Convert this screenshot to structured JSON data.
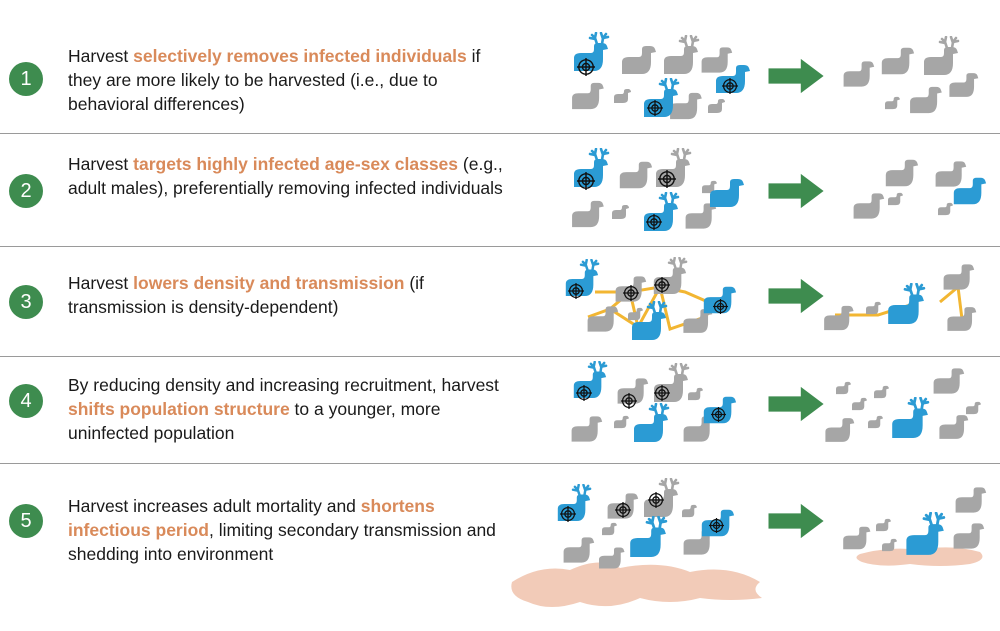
{
  "colors": {
    "step_circle": "#3e8c4f",
    "highlight": "#d98a5a",
    "infected": "#2b9bd4",
    "uninfected": "#a6a6a6",
    "arrow": "#3e8c4f",
    "contact_line": "#f2b632",
    "environment": "#f2cbb8"
  },
  "icons": {
    "infected_animal": "blue-deer-icon",
    "uninfected_animal": "gray-deer-icon",
    "harvest_target": "crosshair-icon",
    "transition": "right-arrow-icon"
  },
  "rows": [
    {
      "number": "1",
      "pre": "Harvest ",
      "highlight": "selectively removes infected individuals",
      "post": " if they are more likely to be harvested (i.e., due to behavioral differences)"
    },
    {
      "number": "2",
      "pre": "Harvest ",
      "highlight": "targets highly infected age-sex classes",
      "post": " (e.g., adult males), preferentially removing infected individuals"
    },
    {
      "number": "3",
      "pre": "Harvest ",
      "highlight": "lowers density and transmission",
      "post": " (if transmission is density-dependent)"
    },
    {
      "number": "4",
      "pre": "By reducing density and increasing recruitment, harvest ",
      "highlight": "shifts population structure",
      "post": " to a younger, more uninfected population"
    },
    {
      "number": "5",
      "pre": "Harvest increases adult mortality and ",
      "highlight": "shortens infectious period",
      "post": ", limiting secondary transmission and shedding into environment"
    }
  ]
}
